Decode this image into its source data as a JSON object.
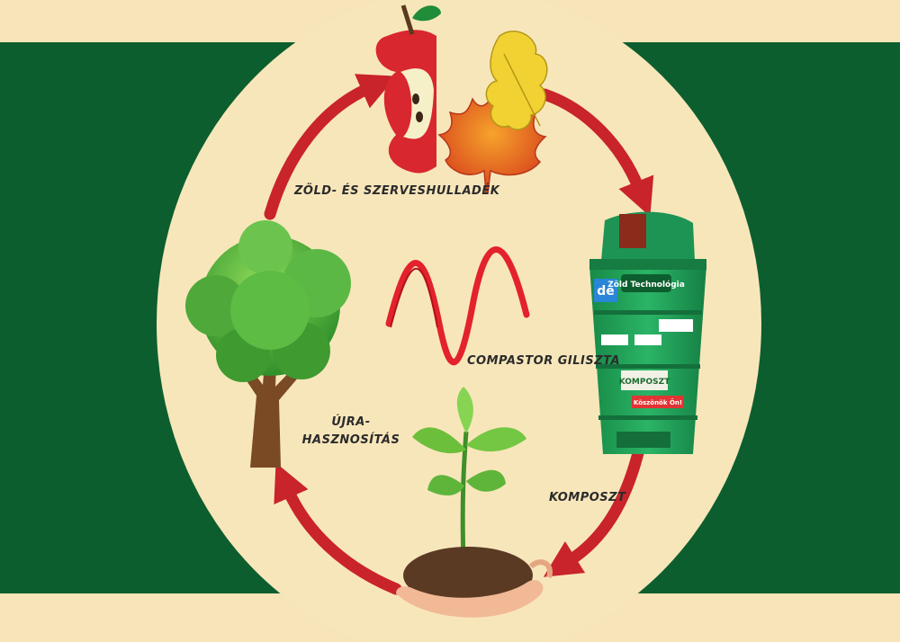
{
  "labels": {
    "waste": "ZÖLD- ÉS SZERVESHULLADÉK",
    "worm": "COMPASTOR GILISZTA",
    "compost": "KOMPOSZT",
    "reuse_line1": "ÚJRA-",
    "reuse_line2": "HASZNOSÍTÁS"
  },
  "bin_texts": {
    "brand": "Zöld Technológia",
    "badge": "de",
    "compost_sign": "KOMPOSZT",
    "thanks": "Köszönök Ön!"
  },
  "colors": {
    "background": "#f7e4b8",
    "green_band": "#0d5e2e",
    "ellipse": "#f8e6bb",
    "arrow_red": "#c9232b",
    "bin_green": "#21a05a"
  }
}
